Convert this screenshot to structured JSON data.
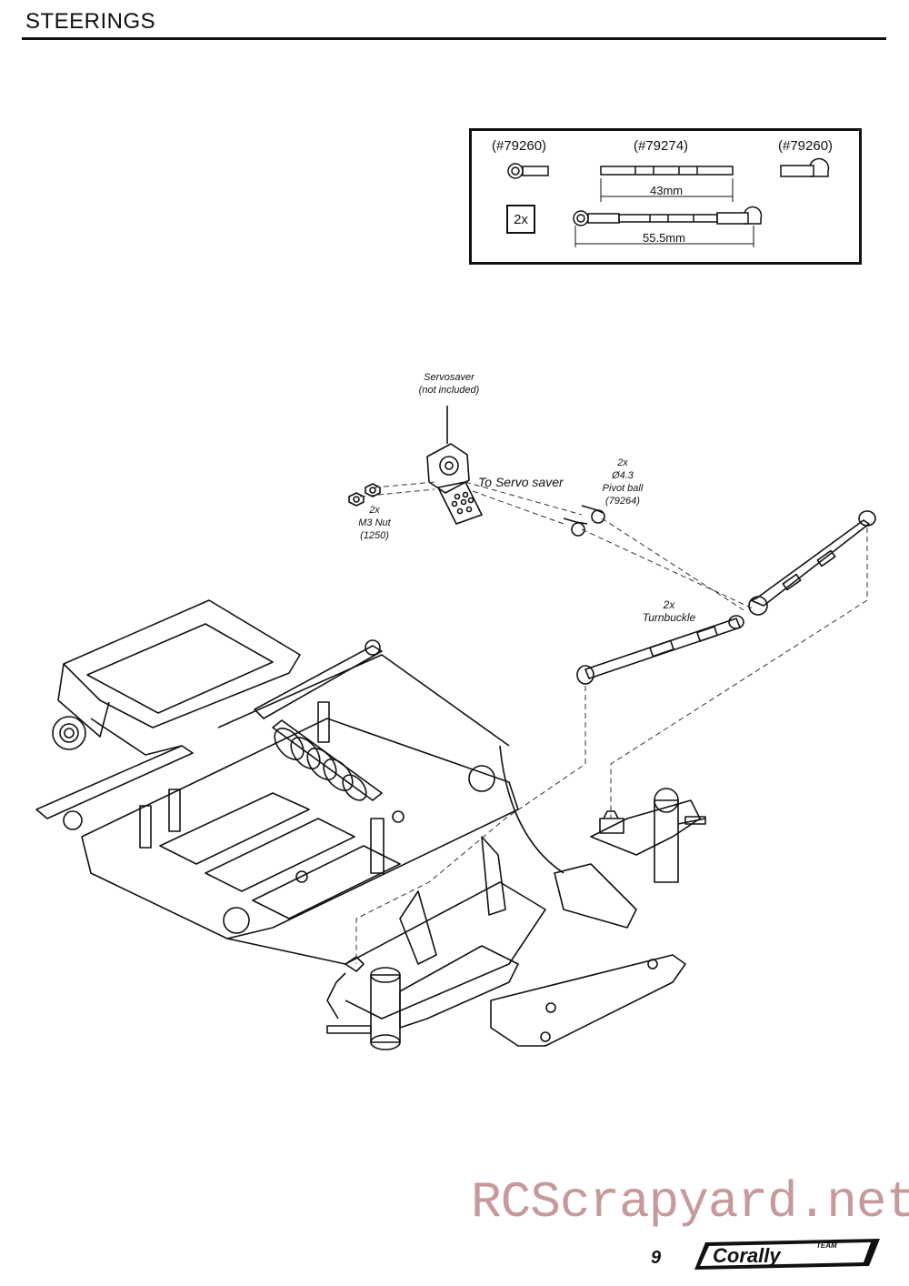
{
  "header": {
    "title": "STEERINGS"
  },
  "parts_box": {
    "left_code": "(#79260)",
    "middle_code": "(#79274)",
    "right_code": "(#79260)",
    "rod_length": "43mm",
    "quantity": "2x",
    "assembly_length": "55.5mm"
  },
  "callouts": {
    "servosaver_title": "Servosaver",
    "servosaver_note": "(not included)",
    "to_servo_saver": "To Servo saver",
    "pivot_qty": "2x",
    "pivot_size": "Ø4.3",
    "pivot_name": "Pivot ball",
    "pivot_code": "(79264)",
    "nut_qty": "2x",
    "nut_name": "M3 Nut",
    "nut_code": "(1250)",
    "turnbuckle_qty": "2x",
    "turnbuckle_name": "Turnbuckle"
  },
  "footer": {
    "watermark": "RCScrapyard.net",
    "page_number": "9",
    "logo_small": "TEAM",
    "logo_main": "Corally"
  }
}
